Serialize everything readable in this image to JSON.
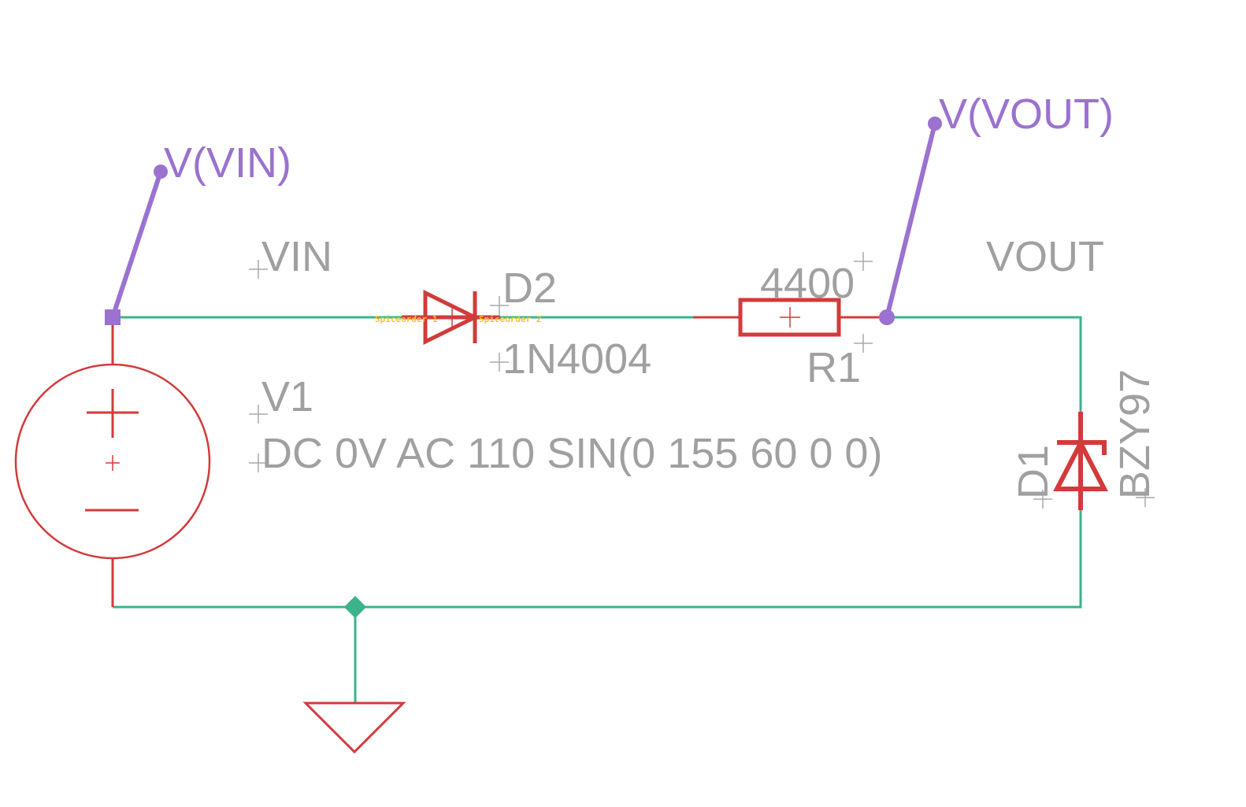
{
  "probes": {
    "vin": "V(VIN)",
    "vout": "V(VOUT)"
  },
  "nets": {
    "vin": "VIN",
    "vout": "VOUT"
  },
  "source": {
    "name": "V1",
    "value": "DC 0V AC 110 SIN(0 155 60 0 0)"
  },
  "diode": {
    "name": "D2",
    "value": "1N4004",
    "pin1": "Spiceorder 1",
    "pin2": "Spiceorder 2"
  },
  "resistor": {
    "name": "R1",
    "value": "4400"
  },
  "zener": {
    "name": "D1",
    "value": "BZY97"
  },
  "colors": {
    "wire": "#3cb38a",
    "part": "#d33a3a",
    "probe": "#9b72cf",
    "text": "#a0a0a0"
  }
}
